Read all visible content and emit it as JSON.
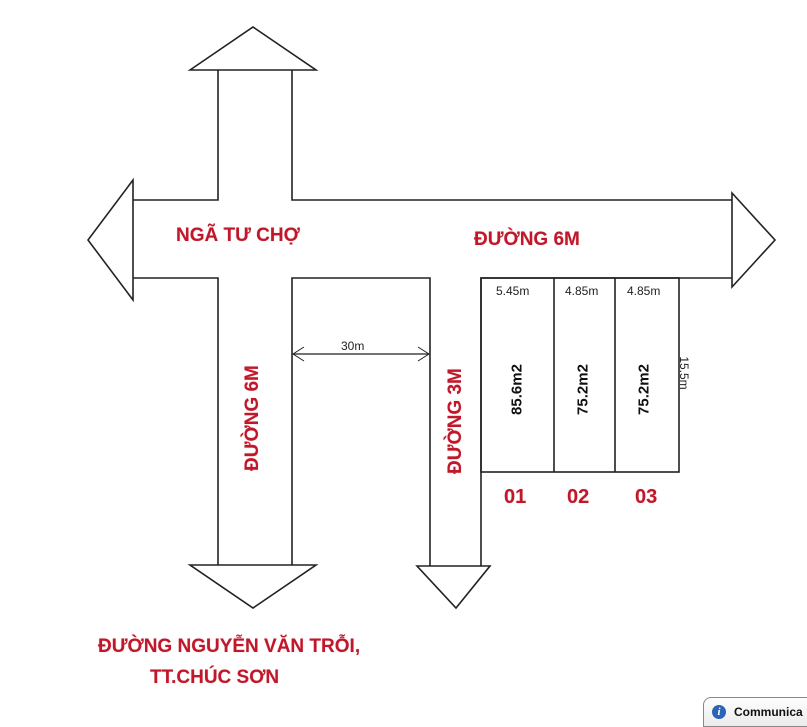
{
  "diagram": {
    "type": "land-plot site map",
    "colors": {
      "label_red": "#c0182a",
      "line": "#222222",
      "background": "#ffffff"
    }
  },
  "labels": {
    "intersection": "NGÃ TƯ CHỢ",
    "road_horizontal": "ĐƯỜNG 6M",
    "road_vertical": "ĐƯỜNG 6M",
    "road_small": "ĐƯỜNG 3M",
    "address_line1": "ĐƯỜNG NGUYỄN VĂN TRỖI,",
    "address_line2": "TT.CHÚC SƠN"
  },
  "dimensions": {
    "distance_to_plots": "30m",
    "depth": "15.5m"
  },
  "plots": [
    {
      "id": "01",
      "width": "5.45m",
      "area": "85.6m2"
    },
    {
      "id": "02",
      "width": "4.85m",
      "area": "75.2m2"
    },
    {
      "id": "03",
      "width": "4.85m",
      "area": "75.2m2"
    }
  ],
  "notification": {
    "icon": "info-icon",
    "text": "Communica"
  }
}
